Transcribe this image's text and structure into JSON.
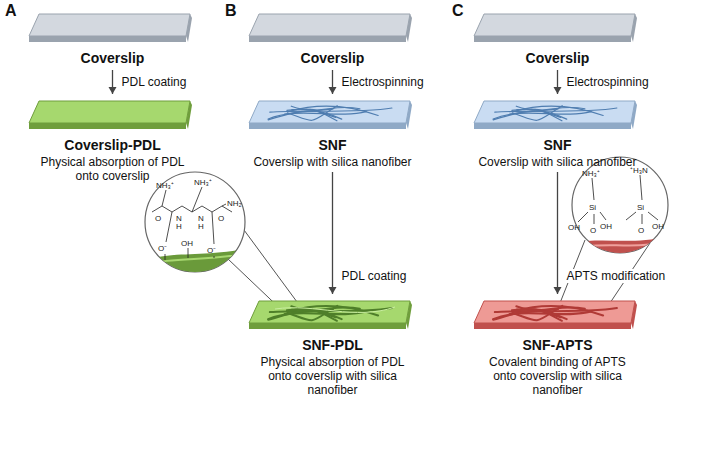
{
  "diagram": {
    "nodes": [
      {
        "text": [
          "Coverslip"
        ]
      },
      {
        "text": [
          "Coverslip-PDL",
          "Physical absorption of PDL onto coverslip"
        ]
      },
      {
        "text": [
          "Coverslip"
        ]
      },
      {
        "text": [
          "SNF",
          "Coverslip with silica nanofiber"
        ]
      },
      {
        "text": [
          "SNF-PDL",
          "Physical absorption of PDL onto coverslip with silica nanofiber"
        ]
      },
      {
        "text": [
          "Coverslip"
        ]
      },
      {
        "text": [
          "SNF",
          "Coverslip with silica nanofiber"
        ]
      },
      {
        "text": [
          "SNF-APTS",
          "Covalent binding of APTS onto coverslip with silica nanofiber"
        ]
      }
    ],
    "edges": [
      {
        "from": 0,
        "to": 1,
        "arrow": "to",
        "label": "PDL coating"
      },
      {
        "from": 2,
        "to": 3,
        "arrow": "to",
        "label": "Electrospinning"
      },
      {
        "from": 3,
        "to": 4,
        "arrow": "to",
        "label": "PDL coating"
      },
      {
        "from": 5,
        "to": 6,
        "arrow": "to",
        "label": "Electrospinning"
      },
      {
        "from": 6,
        "to": 7,
        "arrow": "to",
        "label": "APTS modification"
      }
    ],
    "labels": [
      "A",
      "B",
      "C",
      "NH₃⁺",
      "NH₃⁺",
      "NH₂",
      "O",
      "O",
      "N",
      "N",
      "H",
      "H",
      "O⁻",
      "OH",
      "O⁻",
      "NH₃⁺",
      "⁺H₃N",
      "Si",
      "Si",
      "OH",
      "OH",
      "OH",
      "O",
      "O"
    ]
  }
}
